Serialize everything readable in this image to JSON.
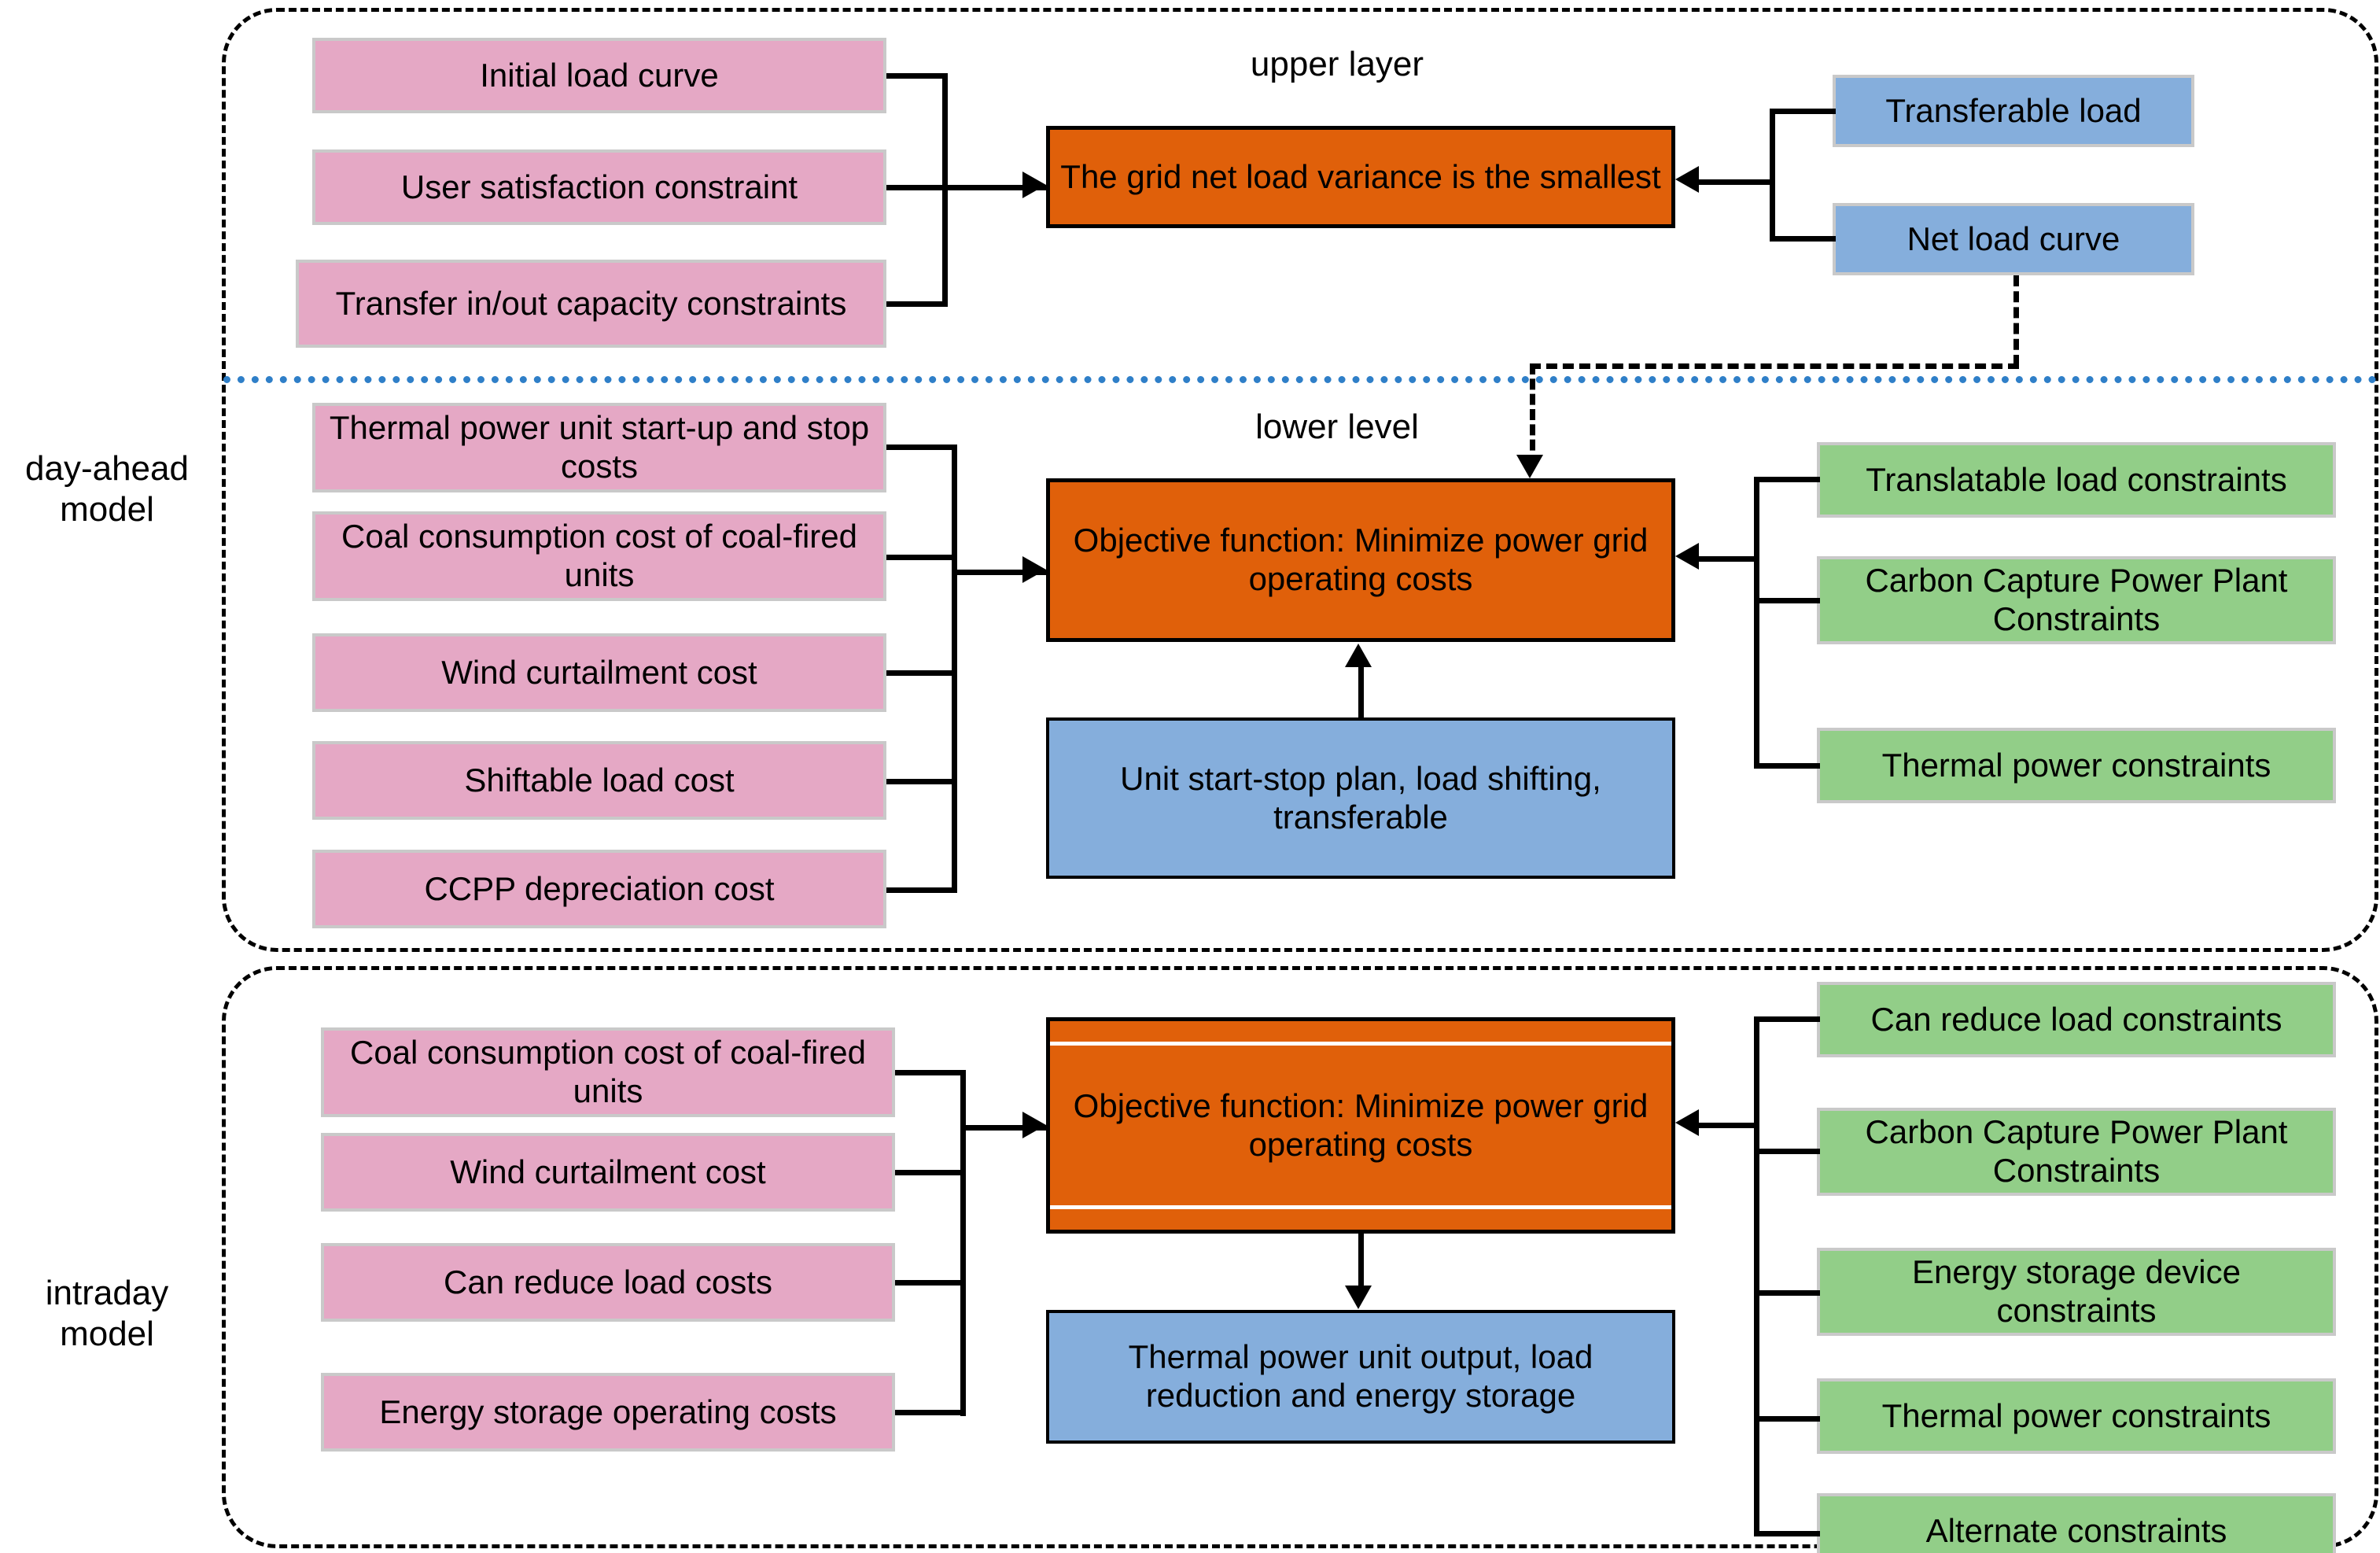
{
  "diagram": {
    "title": "Two-stage day-ahead / intraday power grid optimization model",
    "colors": {
      "pink": "#e5a8c5",
      "blue": "#85aedc",
      "green": "#92ce88",
      "orange": "#e0600a",
      "divider_blue": "#2f7fc8",
      "outline": "#000000",
      "box_border_grey": "#c9c9c9"
    }
  },
  "models": [
    {
      "id": "day-ahead",
      "label": "day-ahead\nmodel",
      "label_line1": "day-ahead",
      "label_line2": "model"
    },
    {
      "id": "intraday",
      "label": "intraday\nmodel",
      "label_line1": "intraday",
      "label_line2": "model"
    }
  ],
  "upper_layer": {
    "caption": "upper layer",
    "left_inputs": [
      {
        "label": "Initial load curve"
      },
      {
        "label": "User satisfaction constraint"
      },
      {
        "label": "Transfer in/out capacity constraints"
      }
    ],
    "objective": {
      "label": "The grid net load variance is the smallest"
    },
    "right_inputs": [
      {
        "label": "Transferable load"
      },
      {
        "label": "Net load curve"
      }
    ]
  },
  "lower_level": {
    "caption": "lower level",
    "left_inputs": [
      {
        "label": "Thermal power unit start-up and stop costs"
      },
      {
        "label": "Coal consumption cost of coal-fired units"
      },
      {
        "label": "Wind curtailment cost"
      },
      {
        "label": "Shiftable load cost"
      },
      {
        "label": "CCPP depreciation cost"
      }
    ],
    "objective": {
      "label": "Objective function: Minimize power grid operating costs"
    },
    "output": {
      "label": "Unit start-stop plan, load shifting, transferable"
    },
    "right_constraints": [
      {
        "label": "Translatable load constraints"
      },
      {
        "label": "Carbon Capture Power Plant Constraints"
      },
      {
        "label": "Thermal power constraints"
      }
    ]
  },
  "intraday_layer": {
    "left_inputs": [
      {
        "label": "Coal consumption cost of coal-fired units"
      },
      {
        "label": "Wind curtailment cost"
      },
      {
        "label": "Can reduce load costs"
      },
      {
        "label": "Energy storage operating costs"
      }
    ],
    "objective": {
      "label": "Objective function: Minimize power grid operating costs"
    },
    "output": {
      "label": "Thermal power unit output, load reduction and energy storage"
    },
    "right_constraints": [
      {
        "label": "Can reduce load constraints"
      },
      {
        "label": "Carbon Capture Power Plant Constraints"
      },
      {
        "label": "Energy storage device constraints"
      },
      {
        "label": "Thermal power constraints"
      },
      {
        "label": "Alternate constraints"
      }
    ]
  }
}
